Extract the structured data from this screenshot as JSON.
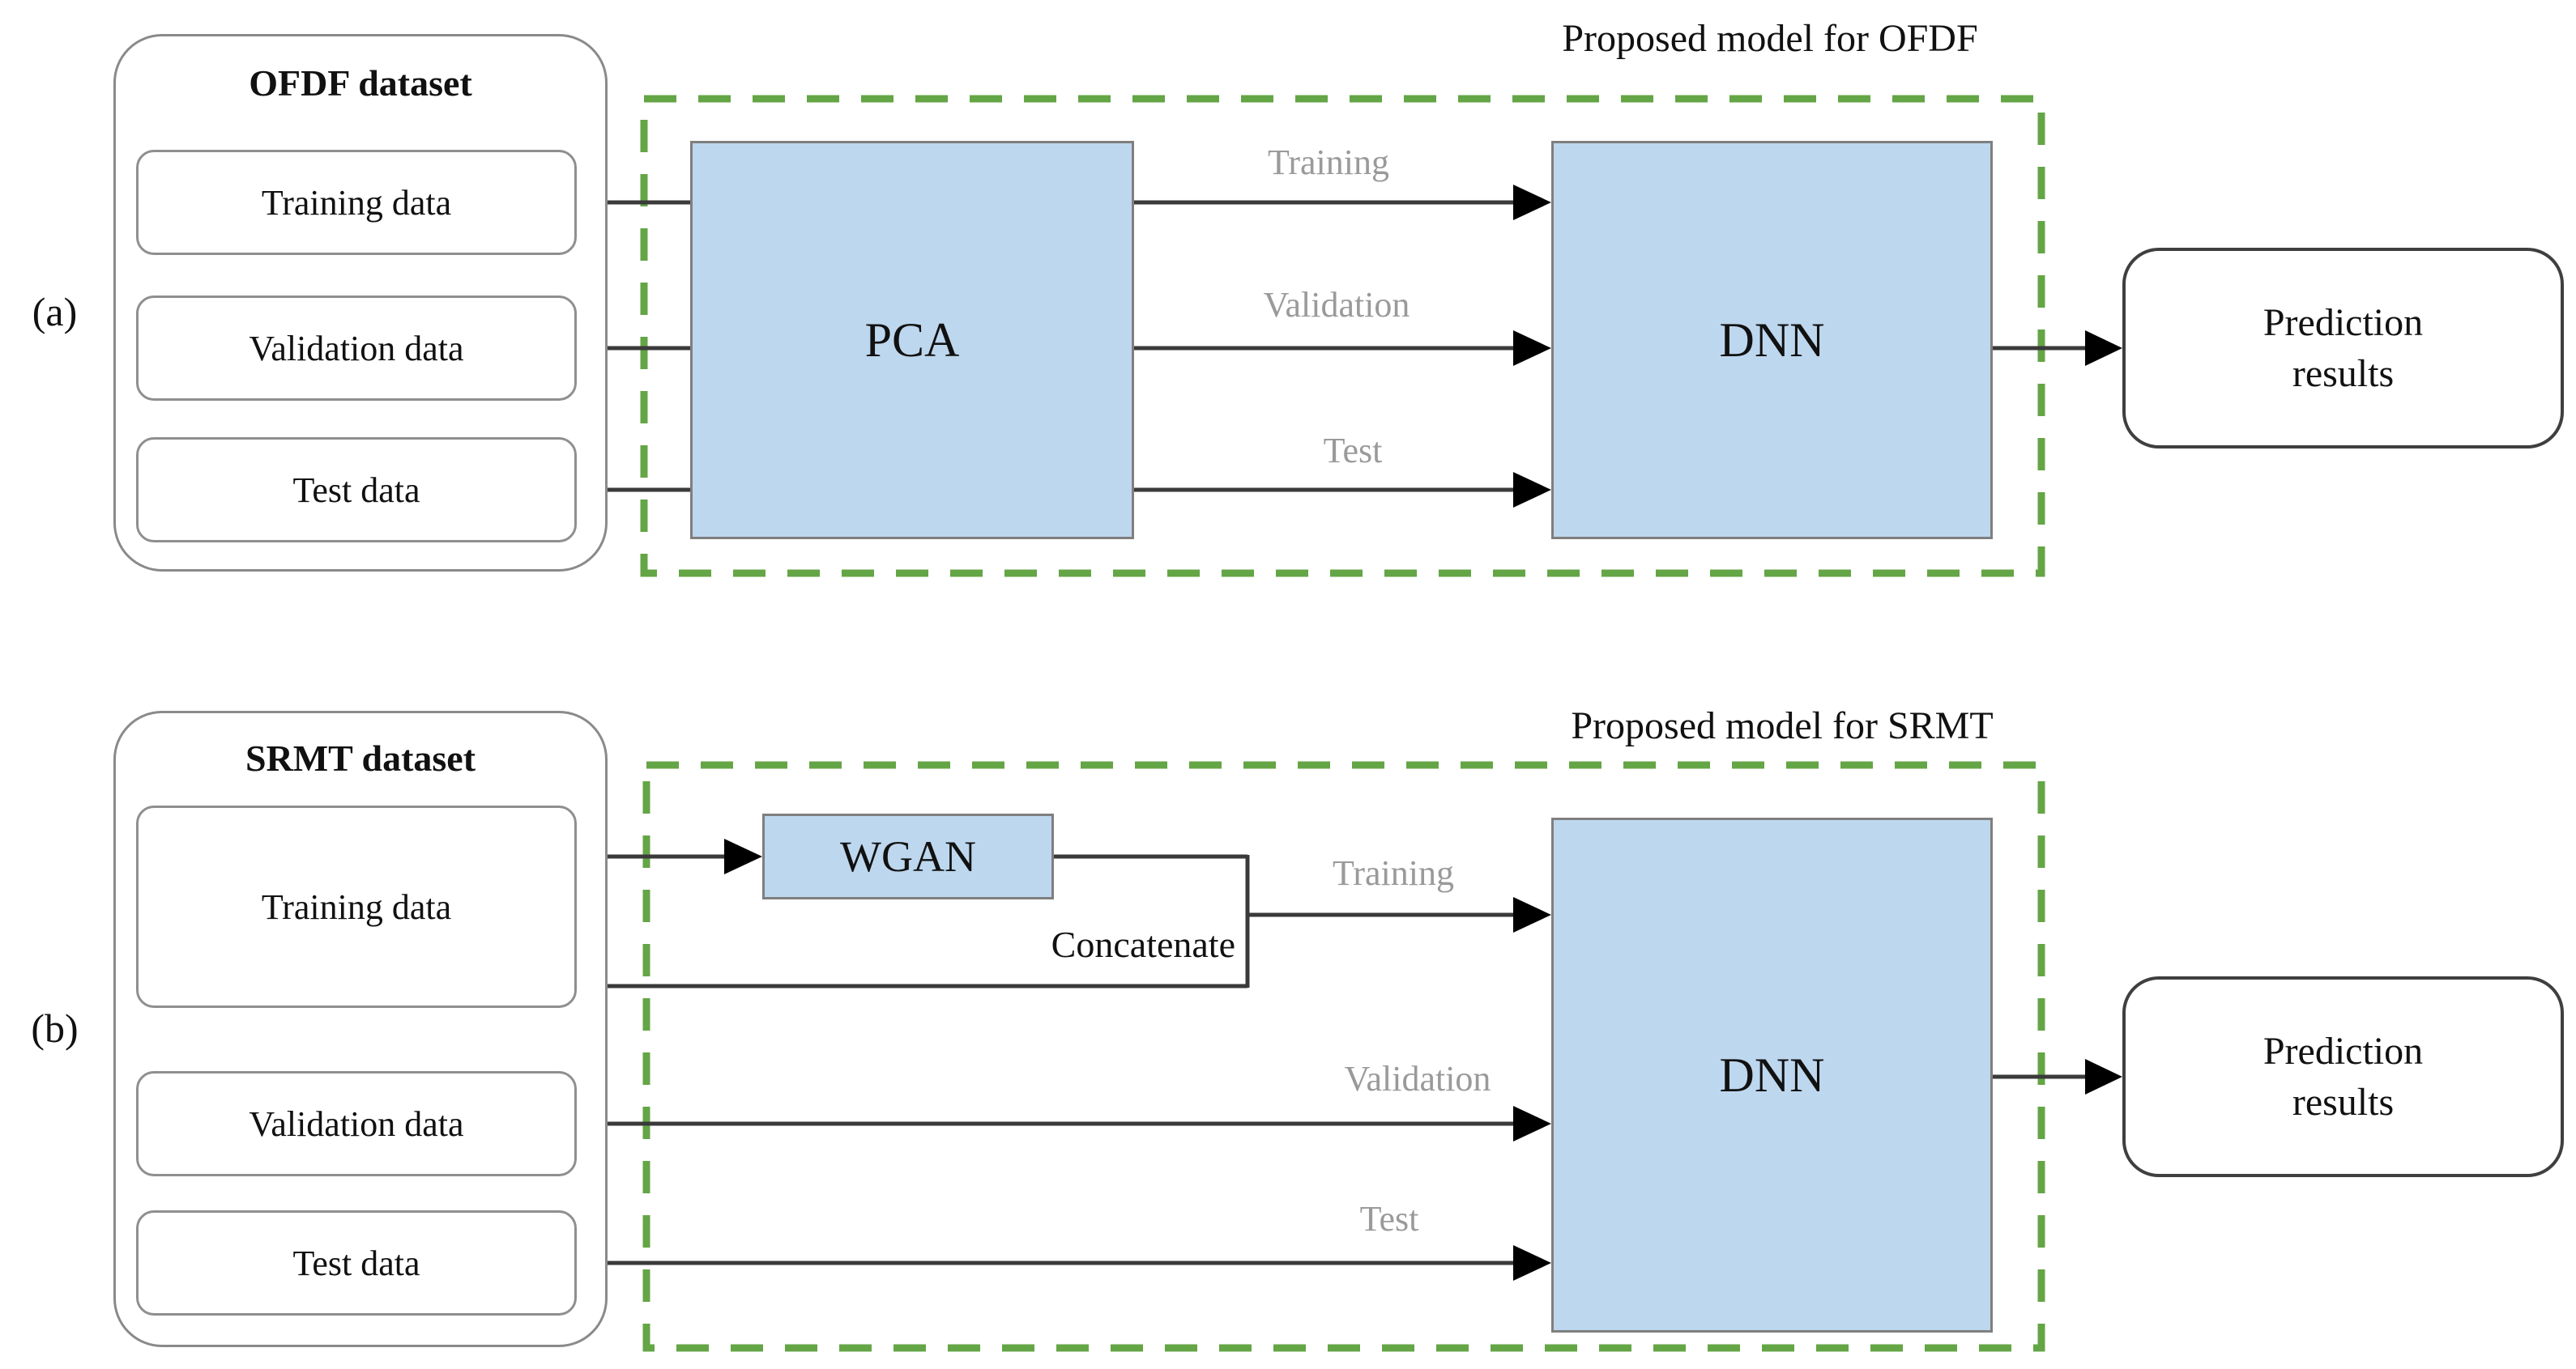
{
  "figure": {
    "colors": {
      "process_box_fill": "#bdd7ee",
      "process_box_border": "#7f7f7f",
      "green_dashed_border": "#64a546",
      "connector_line": "#3a3a3a",
      "flow_label_gray": "#9a9a9a"
    },
    "panel_a": {
      "index_label": "(a)",
      "title": "Proposed model for OFDF",
      "dataset": {
        "title": "OFDF dataset",
        "items": [
          "Training data",
          "Validation data",
          "Test data"
        ]
      },
      "blocks": {
        "pca": "PCA",
        "dnn": "DNN",
        "prediction": "Prediction results"
      },
      "flow_labels": [
        "Training",
        "Validation",
        "Test"
      ]
    },
    "panel_b": {
      "index_label": "(b)",
      "title": "Proposed model for SRMT",
      "dataset": {
        "title": "SRMT dataset",
        "items": [
          "Training data",
          "Validation data",
          "Test data"
        ]
      },
      "blocks": {
        "wgan": "WGAN",
        "concatenate": "Concatenate",
        "dnn": "DNN",
        "prediction": "Prediction results"
      },
      "flow_labels": [
        "Training",
        "Validation",
        "Test"
      ]
    }
  }
}
